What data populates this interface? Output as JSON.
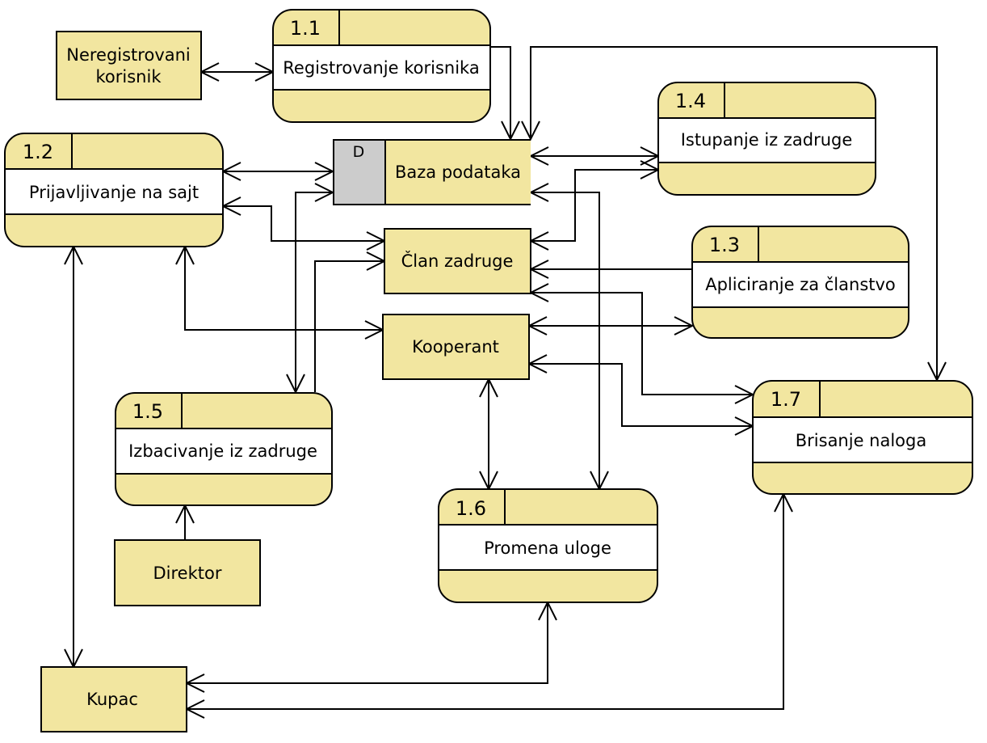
{
  "data_store": {
    "id": "D",
    "label": "Baza podataka"
  },
  "processes": [
    {
      "key": "p11",
      "number": "1.1",
      "label": "Registrovanje korisnika"
    },
    {
      "key": "p12",
      "number": "1.2",
      "label": "Prijavljivanje na sajt"
    },
    {
      "key": "p13",
      "number": "1.3",
      "label": "Apliciranje za članstvo"
    },
    {
      "key": "p14",
      "number": "1.4",
      "label": "Istupanje iz zadruge"
    },
    {
      "key": "p15",
      "number": "1.5",
      "label": "Izbacivanje iz zadruge"
    },
    {
      "key": "p16",
      "number": "1.6",
      "label": "Promena uloge"
    },
    {
      "key": "p17",
      "number": "1.7",
      "label": "Brisanje naloga"
    }
  ],
  "entities": [
    {
      "key": "neregistrovani",
      "label_line1": "Neregistrovani",
      "label_line2": "korisnik"
    },
    {
      "key": "clan",
      "label": "Član zadruge"
    },
    {
      "key": "kooperant",
      "label": "Kooperant"
    },
    {
      "key": "direktor",
      "label": "Direktor"
    },
    {
      "key": "kupac",
      "label": "Kupac"
    }
  ],
  "colors": {
    "fill": "#f2e6a0",
    "store_id_fill": "#cccccc",
    "stroke": "#000000",
    "background": "#ffffff"
  }
}
